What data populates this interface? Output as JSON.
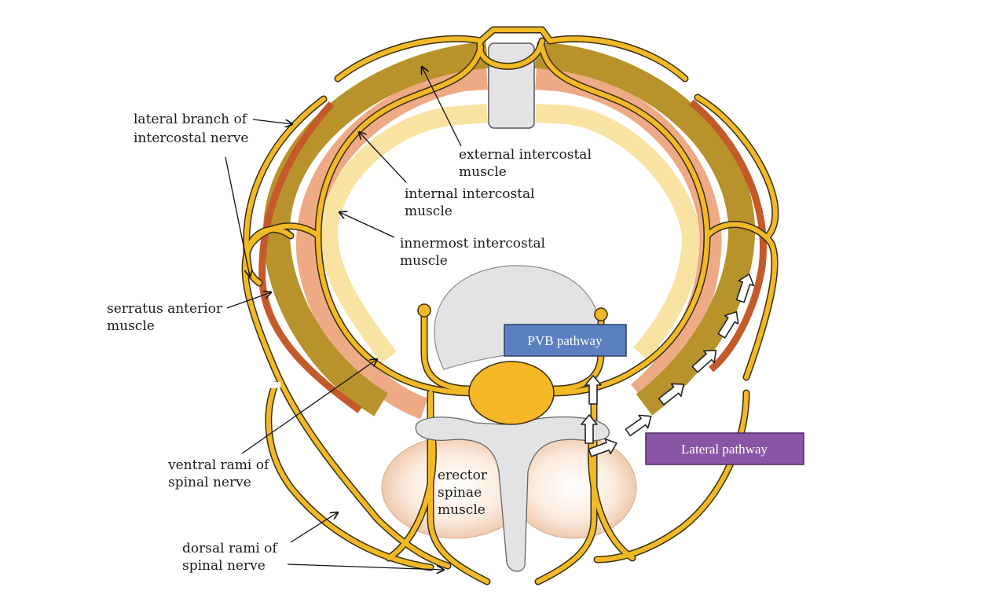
{
  "labels": {
    "lateral_branch": [
      "lateral branch of",
      "intercostal nerve"
    ],
    "external_intercostal": [
      "external intercostal",
      "muscle"
    ],
    "internal_intercostal": [
      "internal intercostal",
      "muscle"
    ],
    "innermost_intercostal": [
      "innermost intercostal",
      "muscle"
    ],
    "serratus_anterior": [
      "serratus anterior",
      "muscle"
    ],
    "ventral_rami": [
      "ventral rami of",
      "spinal nerve"
    ],
    "dorsal_rami": [
      "dorsal rami of",
      "spinal nerve"
    ],
    "erector_spinae": [
      "erector",
      "spinae",
      "muscle"
    ]
  },
  "pathways": {
    "pvb": "PVB pathway",
    "lateral": "Lateral pathway"
  },
  "colors": {
    "nerve": "#f2b927",
    "nerve_outline": "#3a2e10",
    "external_muscle": "#b8922a",
    "internal_muscle": "#eeaa84",
    "innermost_muscle": "#f8e3a2",
    "serratus": "#c45a2a",
    "vertebra": "#e4e4e6",
    "pvb_box": "#5b7fc0",
    "lateral_box": "#8a55a5",
    "erector": "#f0c8a8"
  }
}
